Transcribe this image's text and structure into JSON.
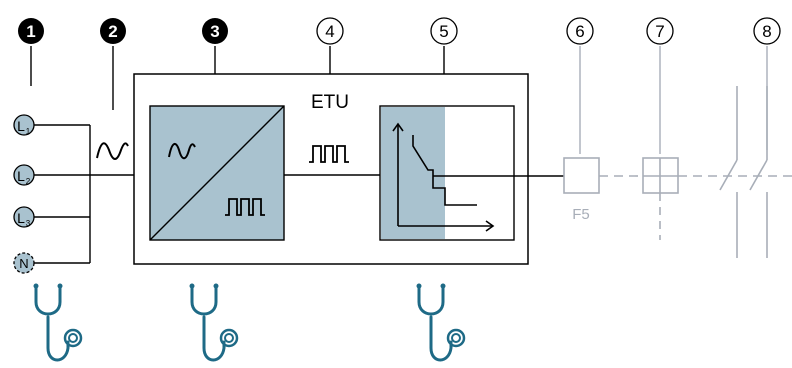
{
  "colors": {
    "line": "#000000",
    "blue_fill": "#a9c2cf",
    "gray": "#a8aeb8",
    "stethoscope": "#1e6a86",
    "badge_fill": "#000000",
    "badge_text": "#ffffff"
  },
  "markers": [
    {
      "number": "1",
      "style": "filled"
    },
    {
      "number": "2",
      "style": "filled"
    },
    {
      "number": "3",
      "style": "filled"
    },
    {
      "number": "4",
      "style": "outline"
    },
    {
      "number": "5",
      "style": "outline"
    },
    {
      "number": "6",
      "style": "outline"
    },
    {
      "number": "7",
      "style": "outline"
    },
    {
      "number": "8",
      "style": "outline"
    }
  ],
  "phases": [
    {
      "letter": "L",
      "sub": "1"
    },
    {
      "letter": "L",
      "sub": "2"
    },
    {
      "letter": "L",
      "sub": "3"
    },
    {
      "letter": "N",
      "sub": ""
    }
  ],
  "etu_label": "ETU",
  "fuse_label": "F5",
  "icons": {
    "ac_wave": "sine-wave-icon",
    "pulse_wave": "pulse-wave-icon",
    "trip_curve": "trip-curve-icon",
    "diagnostic": "stethoscope-icon"
  }
}
